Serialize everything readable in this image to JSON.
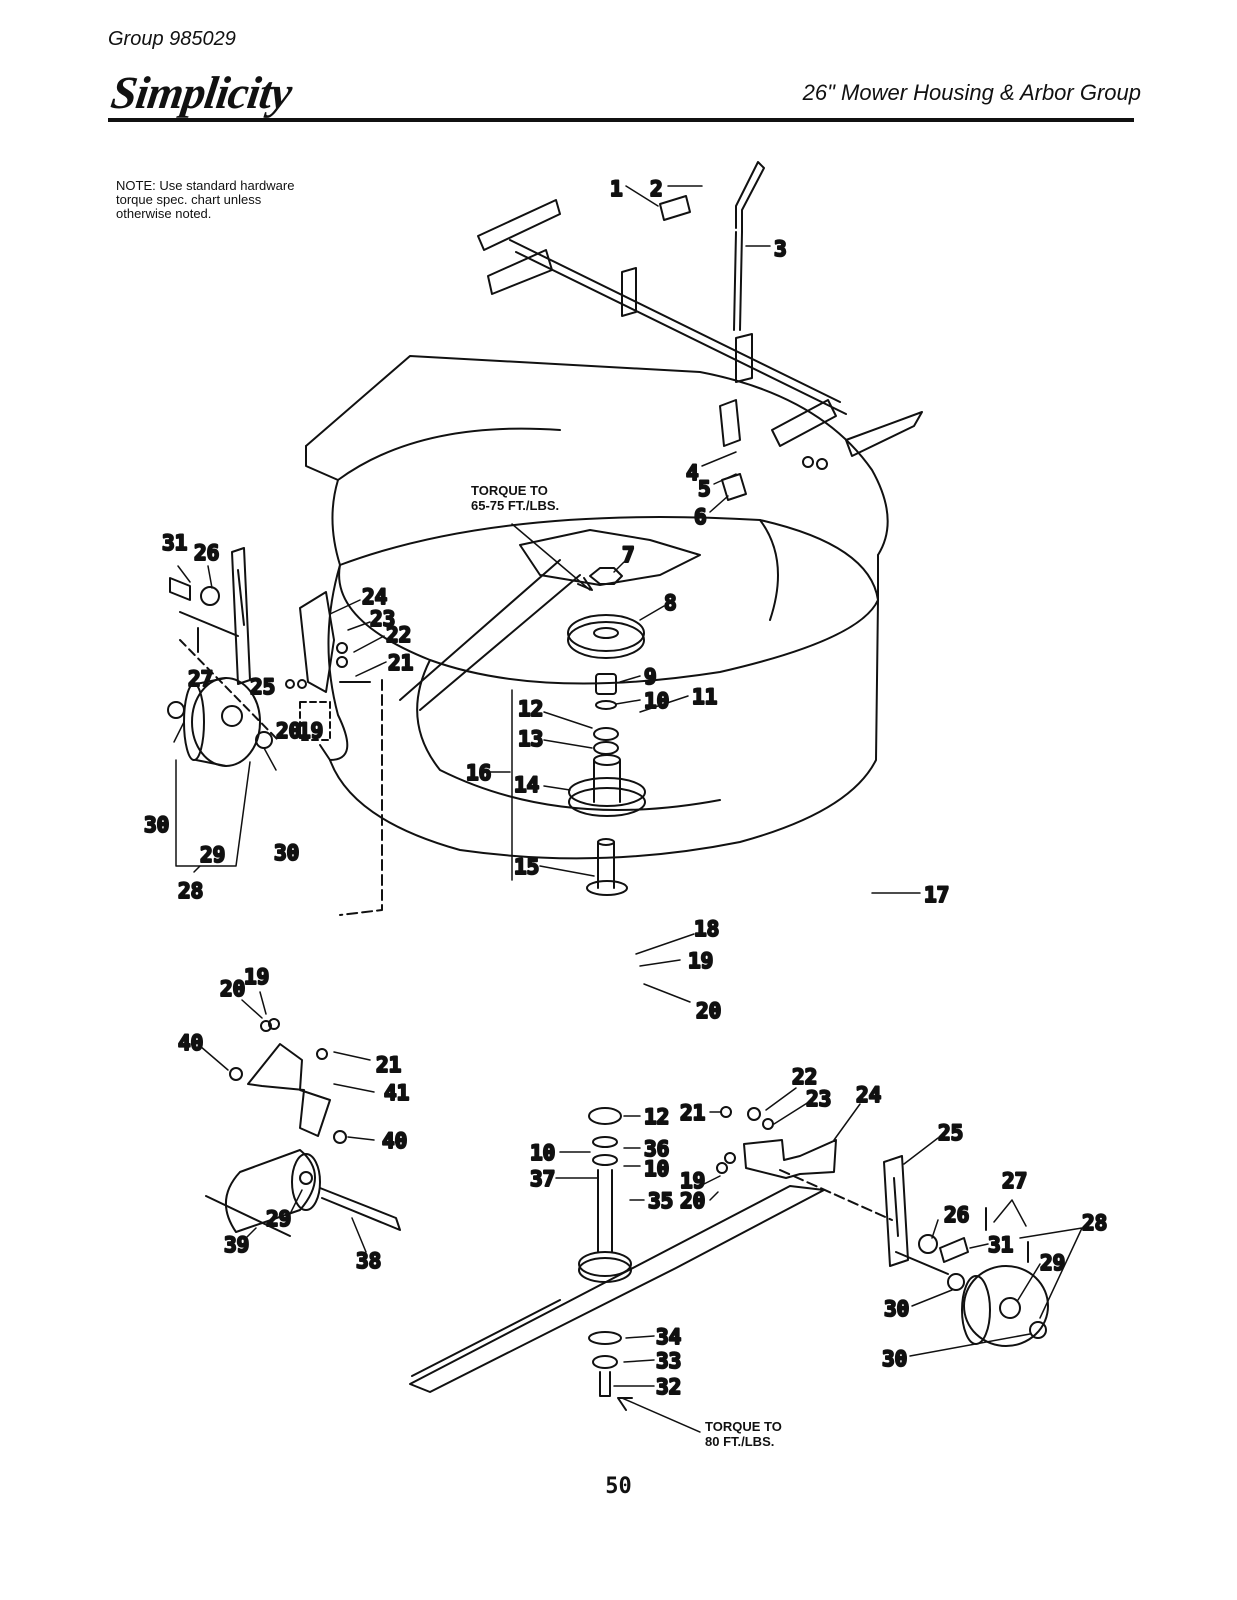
{
  "header": {
    "group": "Group 985029",
    "brand": "Simplicity",
    "title": "26\" Mower Housing & Arbor Group"
  },
  "note": {
    "lines": [
      "NOTE: Use standard hardware",
      "torque spec. chart unless",
      "otherwise noted."
    ]
  },
  "torque_top": {
    "line1": "TORQUE TO",
    "line2": "65-75 FT./LBS."
  },
  "torque_bottom": {
    "line1": "TORQUE TO",
    "line2": "80 FT./LBS."
  },
  "page_number": "50",
  "callouts": [
    {
      "id": "c1",
      "text": "1"
    },
    {
      "id": "c2",
      "text": "2"
    },
    {
      "id": "c3",
      "text": "3"
    },
    {
      "id": "c4",
      "text": "4"
    },
    {
      "id": "c5",
      "text": "5"
    },
    {
      "id": "c6",
      "text": "6"
    },
    {
      "id": "c7",
      "text": "7"
    },
    {
      "id": "c8",
      "text": "8"
    },
    {
      "id": "c9",
      "text": "9"
    },
    {
      "id": "c10a",
      "text": "10"
    },
    {
      "id": "c11",
      "text": "11"
    },
    {
      "id": "c12a",
      "text": "12"
    },
    {
      "id": "c13",
      "text": "13"
    },
    {
      "id": "c14",
      "text": "14"
    },
    {
      "id": "c15",
      "text": "15"
    },
    {
      "id": "c16",
      "text": "16"
    },
    {
      "id": "c17",
      "text": "17"
    },
    {
      "id": "c18",
      "text": "18"
    },
    {
      "id": "c19a",
      "text": "19"
    },
    {
      "id": "c20a",
      "text": "20"
    },
    {
      "id": "c31a",
      "text": "31"
    },
    {
      "id": "c26a",
      "text": "26"
    },
    {
      "id": "c24a",
      "text": "24"
    },
    {
      "id": "c23a",
      "text": "23"
    },
    {
      "id": "c22a",
      "text": "22"
    },
    {
      "id": "c21a",
      "text": "21"
    },
    {
      "id": "c25a",
      "text": "25"
    },
    {
      "id": "c27a",
      "text": "27"
    },
    {
      "id": "c20b",
      "text": "20"
    },
    {
      "id": "c19b",
      "text": "19"
    },
    {
      "id": "c30a",
      "text": "30"
    },
    {
      "id": "c29a",
      "text": "29"
    },
    {
      "id": "c30b",
      "text": "30"
    },
    {
      "id": "c28a",
      "text": "28"
    },
    {
      "id": "c19c",
      "text": "19"
    },
    {
      "id": "c20c",
      "text": "20"
    },
    {
      "id": "c40a",
      "text": "40"
    },
    {
      "id": "c21b",
      "text": "21"
    },
    {
      "id": "c41",
      "text": "41"
    },
    {
      "id": "c40b",
      "text": "40"
    },
    {
      "id": "c29b",
      "text": "29"
    },
    {
      "id": "c39",
      "text": "39"
    },
    {
      "id": "c38",
      "text": "38"
    },
    {
      "id": "c12b",
      "text": "12"
    },
    {
      "id": "c10b",
      "text": "10"
    },
    {
      "id": "c36",
      "text": "36"
    },
    {
      "id": "c10c",
      "text": "10"
    },
    {
      "id": "c37",
      "text": "37"
    },
    {
      "id": "c35",
      "text": "35"
    },
    {
      "id": "c21c",
      "text": "21"
    },
    {
      "id": "c22b",
      "text": "22"
    },
    {
      "id": "c23b",
      "text": "23"
    },
    {
      "id": "c24b",
      "text": "24"
    },
    {
      "id": "c19d",
      "text": "19"
    },
    {
      "id": "c20d",
      "text": "20"
    },
    {
      "id": "c25b",
      "text": "25"
    },
    {
      "id": "c26b",
      "text": "26"
    },
    {
      "id": "c31b",
      "text": "31"
    },
    {
      "id": "c27b",
      "text": "27"
    },
    {
      "id": "c28b",
      "text": "28"
    },
    {
      "id": "c29c",
      "text": "29"
    },
    {
      "id": "c30c",
      "text": "30"
    },
    {
      "id": "c30d",
      "text": "30"
    },
    {
      "id": "c34",
      "text": "34"
    },
    {
      "id": "c33",
      "text": "33"
    },
    {
      "id": "c32",
      "text": "32"
    }
  ]
}
